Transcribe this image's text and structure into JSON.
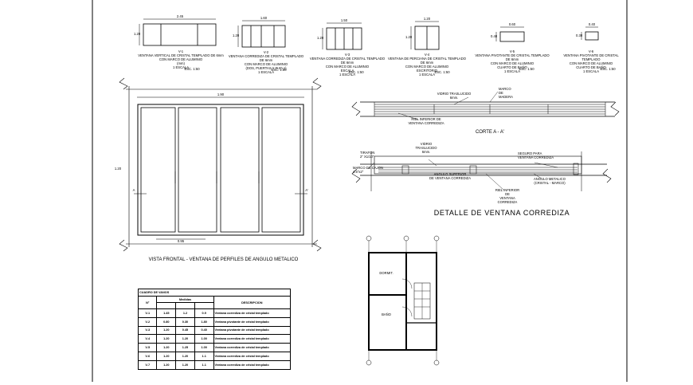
{
  "sheet": {
    "window_types": [
      {
        "dim_top": "2.45",
        "dim_side": "1.20",
        "caption": "V-1\nVENTANA VERTICAL DE CRISTAL TEMPLADO DE 6mm\nCON MARCO DE ALUMINIO\n(mm)\n1 ESCALA",
        "scale": "ESC. 1:50"
      },
      {
        "dim_top": "1.60",
        "dim_side": "1.20",
        "caption": "V-2\nVENTANA CORREDIZA DE CRISTAL TEMPLADO DE 6mm\nCON MARCO DE ALUMINIO\n(DOS, PUERTAS Y FIJO 1)\n1 ESCALA",
        "scale": "ESC. 1:50"
      },
      {
        "dim_top": "1.50",
        "dim_side": "1.20",
        "caption": "V-3\nVENTANA CORREDIZA DE CRISTAL TEMPLADO DE 6mm\nCON MARCO DE ALUMINIO\nESCALA\n1 ESCALA",
        "scale": "ESC. 1:50"
      },
      {
        "dim_top": "1.20",
        "dim_side": "1.20",
        "caption": "V-4\nVENTANA DE PERCIANA DE CRISTAL TEMPLADO DE 6mm\nCON MARCO DE ALUMINIO\nESCRITORIO\n1 ESCALA",
        "scale": "ESC. 1:50"
      },
      {
        "dim_top": "0.60",
        "dim_side": "0.40",
        "caption": "V-5\nVENTANA PIVOTANTE DE CRISTAL TEMPLADO DE 6mm\nCON MARCO DE ALUMINIO\nCUARTO DE BAÑO\n1 ESCALA",
        "scale": "ESC. 1:50"
      },
      {
        "dim_top": "0.40",
        "dim_side": "0.30",
        "caption": "V-6\nVENTANA PIVOTANTE DE CRISTAL TEMPLADO\nCON MARCO DE ALUMINIO\nCUARTO DE BAÑO\n1 ESCALA",
        "scale": "ESC. 1:50"
      }
    ],
    "front_view": {
      "top_dim": "1.90",
      "side_dim": "1.20",
      "bottom_dim": "0.95",
      "section_mark_left": "A",
      "section_mark_right": "A'",
      "caption": "VISTA FRONTAL - VENTANA DE PERFILES DE ANGULO METALICO"
    },
    "corte": {
      "title": "CORTE A - A'",
      "label_glass": "VIDRIO TRASLUCIDO\n6mm.",
      "label_frame": "MARCO\nDE\nMADERA",
      "label_rail": "RIEL INFERIOR DE\nVENTANA CORREDIZA"
    },
    "detalle": {
      "title": "DETALLE DE VENTANA CORREDIZA",
      "label_tirafon": "TIRAFON\n2\" X1/10\"",
      "label_glass": "VIDRIO\nTRASLUCIDO\n6mm.",
      "label_seguro": "SEGURO PARA\nVENTANA CORREDIZA",
      "label_marco_cajon": "MARCO DE CAJON\n4.5\"x2\"",
      "label_angulo": "ANGULO SUPERIOR\nDE VENTANA CORREDIZA",
      "label_riel": "RIEL INFERIOR\nDE\nVENTANA\nCORREDIZA",
      "label_angulo_metalico": "ANGULO METALICO\n(CRISTAL - MARCO)"
    },
    "plan": {
      "room_top": "DORMIT.",
      "room_bottom": "BAÑO"
    },
    "table": {
      "title": "CUADRO DE VANOS",
      "headers": {
        "num": "N°",
        "medidas": "Medidas",
        "descripcion": "DESCRIPCION"
      },
      "rows": [
        {
          "n": "V-1",
          "a": "1.45",
          "b": "1.2",
          "c": "0.9",
          "desc": "Ventana corrediza de cristal templado"
        },
        {
          "n": "V-2",
          "a": "0.80",
          "b": "0.30",
          "c": "1.80",
          "desc": "Ventana pivotante de cristal templado"
        },
        {
          "n": "V-3",
          "a": "1.20",
          "b": "0.45",
          "c": "0.40",
          "desc": "Ventana pivotante de cristal templado"
        },
        {
          "n": "V-4",
          "a": "1.20",
          "b": "1.20",
          "c": "1.00",
          "desc": "Ventana corrediza de cristal templado"
        },
        {
          "n": "V-5",
          "a": "1.20",
          "b": "1.25",
          "c": "1.00",
          "desc": "Ventana corrediza de cristal templado"
        },
        {
          "n": "V-6",
          "a": "1.20",
          "b": "1.20",
          "c": "1.1",
          "desc": "Ventana corrediza de cristal templado"
        },
        {
          "n": "V-7",
          "a": "1.20",
          "b": "1.20",
          "c": "1.1",
          "desc": "Ventana corrediza de cristal templado"
        }
      ]
    }
  }
}
